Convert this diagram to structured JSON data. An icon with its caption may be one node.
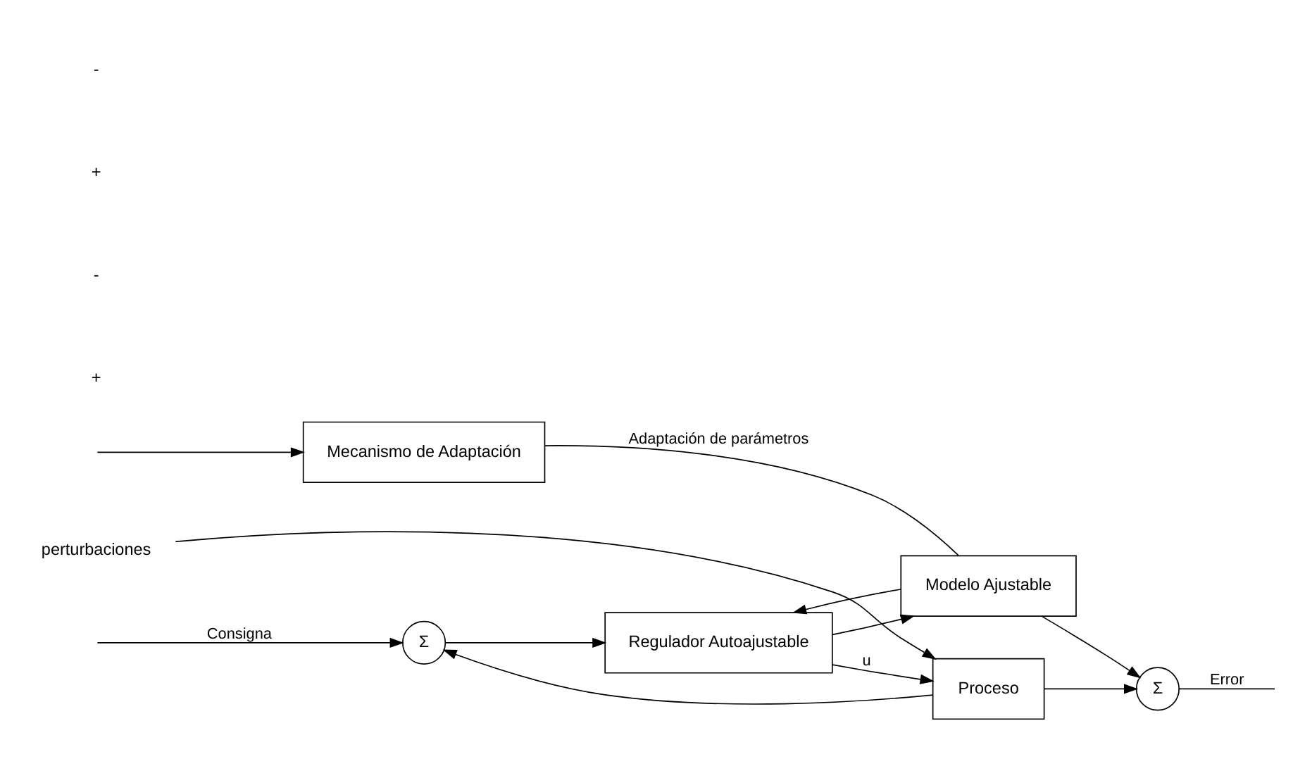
{
  "diagram": {
    "nodes": [
      {
        "text": [
          "Σ"
        ]
      },
      {
        "text": [
          "Regulador Autoajustable"
        ]
      },
      {
        "text": [
          "Proceso"
        ]
      },
      {
        "text": [
          "Σ"
        ]
      },
      {
        "text": [
          "Modelo Ajustable"
        ]
      },
      {
        "text": [
          "Mecanismo de Adaptación"
        ]
      },
      {
        "text": [
          "perturbaciones"
        ]
      }
    ],
    "edges": [
      {
        "from": null,
        "to": 0,
        "arrow": "to",
        "label": "Consigna"
      },
      {
        "from": 0,
        "to": 1,
        "arrow": "to"
      },
      {
        "from": 1,
        "to": 2,
        "arrow": "to",
        "label": "u"
      },
      {
        "from": 6,
        "to": 2,
        "arrow": "to"
      },
      {
        "from": 2,
        "to": 3,
        "arrow": "to"
      },
      {
        "from": 2,
        "to": 0,
        "arrow": "to"
      },
      {
        "from": 1,
        "to": 4,
        "arrow": "to"
      },
      {
        "from": 4,
        "to": 1,
        "arrow": "to"
      },
      {
        "from": 4,
        "to": 3,
        "arrow": "to"
      },
      {
        "from": 3,
        "to": null,
        "arrow": "none",
        "label": "Error"
      },
      {
        "from": null,
        "to": 5,
        "arrow": "to"
      },
      {
        "from": 5,
        "to": 4,
        "arrow": "none",
        "label": "Adaptación de parámetros"
      }
    ],
    "labels": [
      "+",
      "-",
      "+",
      "-"
    ]
  }
}
